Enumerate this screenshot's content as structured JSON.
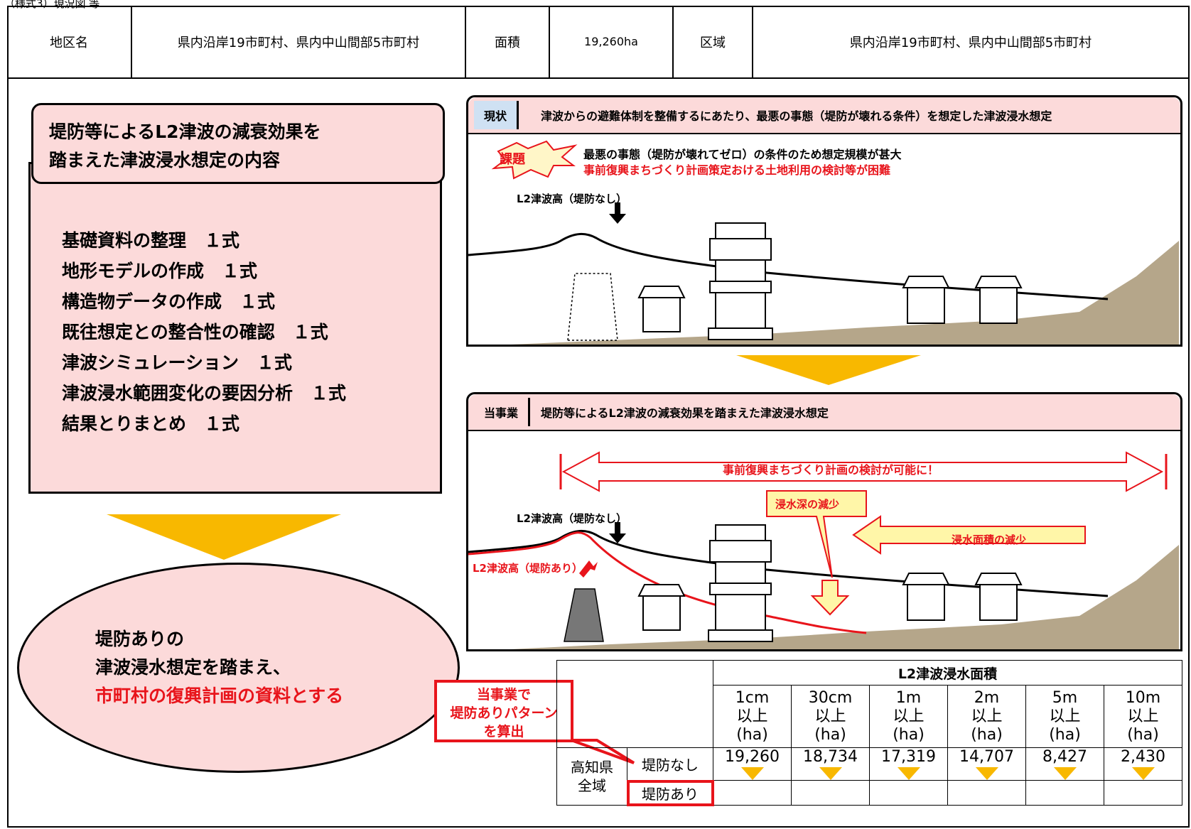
{
  "caption": "（様式3）現況図 等",
  "header": {
    "district_label": "地区名",
    "district_value": "県内沿岸19市町村、県内中山間部5市町村",
    "area_label": "面積",
    "area_value": "19,260ha",
    "region_label": "区域",
    "region_value": "県内沿岸19市町村、県内中山間部5市町村"
  },
  "left": {
    "title_line1": "堤防等によるL2津波の減衰効果を",
    "title_line2": "踏まえた津波浸水想定の内容",
    "items": [
      "基礎資料の整理　１式",
      "地形モデルの作成　１式",
      "構造物データの作成　１式",
      "既往想定との整合性の確認　１式",
      "津波シミュレーション　１式",
      "津波浸水範囲変化の要因分析　１式",
      "結果とりまとめ　１式"
    ],
    "conclusion_line1": "堤防ありの",
    "conclusion_line2": "津波浸水想定を踏まえ、",
    "conclusion_line3": "市町村の復興計画の資料とする"
  },
  "current": {
    "tag": "現状",
    "title": "津波からの避難体制を整備するにあたり、最悪の事態（堤防が壊れる条件）を想定した津波浸水想定",
    "issue_label": "課題",
    "issue_line1": "最悪の事態（堤防が壊れてゼロ）の条件のため想定規模が甚大",
    "issue_line2": "事前復興まちづくり計画策定おける土地利用の検討等が困難",
    "wave_label": "L2津波高（堤防なし）"
  },
  "project": {
    "tag": "当事業",
    "title": "堤防等によるL2津波の減衰効果を踏まえた津波浸水想定",
    "banner": "事前復興まちづくり計画の検討が可能に！",
    "wave_no_levee": "L2津波高（堤防なし）",
    "wave_with_levee": "L2津波高（堤防あり）",
    "depth_reduction": "浸水深の減少",
    "area_reduction": "浸水面積の減少"
  },
  "callout": {
    "line1": "当事業で",
    "line2": "堤防ありパターン",
    "line3": "を算出"
  },
  "table": {
    "title": "L2津波浸水面積",
    "columns": [
      [
        "1cm",
        "以上",
        "(ha)"
      ],
      [
        "30cm",
        "以上",
        "(ha)"
      ],
      [
        "1m",
        "以上",
        "(ha)"
      ],
      [
        "2m",
        "以上",
        "(ha)"
      ],
      [
        "5m",
        "以上",
        "(ha)"
      ],
      [
        "10m",
        "以上",
        "(ha)"
      ]
    ],
    "region_line1": "高知県",
    "region_line2": "全域",
    "row1_label": "堤防なし",
    "row1_values": [
      "19,260",
      "18,734",
      "17,319",
      "14,707",
      "8,427",
      "2,430"
    ],
    "row2_label": "堤防あり"
  },
  "colors": {
    "pink": "#fcdada",
    "red": "#e8141b",
    "arrow_yellow": "#f8b800",
    "ground": "#b5a68a",
    "tag_blue": "#cfe1f3"
  }
}
